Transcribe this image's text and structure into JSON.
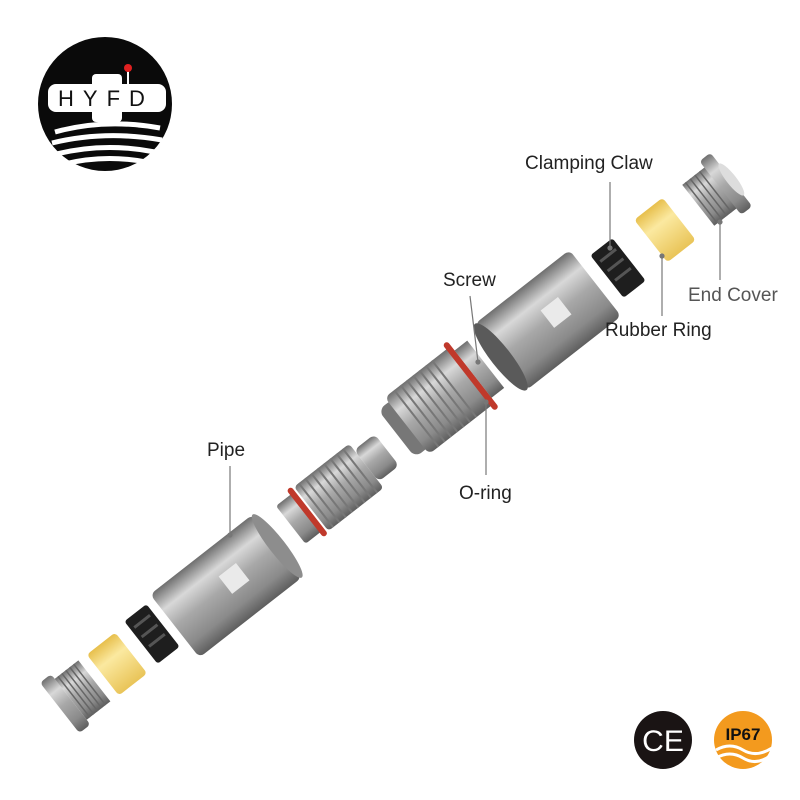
{
  "logo": {
    "text": "HYFD"
  },
  "labels": {
    "clamping_claw": "Clamping Claw",
    "end_cover": "End Cover",
    "rubber_ring": "Rubber Ring",
    "screw": "Screw",
    "o_ring": "O-ring",
    "pipe": "Pipe"
  },
  "badges": {
    "ce": "CE",
    "ip": "IP67"
  },
  "colors": {
    "metal": "#a9a9a9",
    "rubber": "#f4d36a",
    "claw": "#222222",
    "oring": "#c0392b",
    "ip_badge": "#f39a1e"
  }
}
